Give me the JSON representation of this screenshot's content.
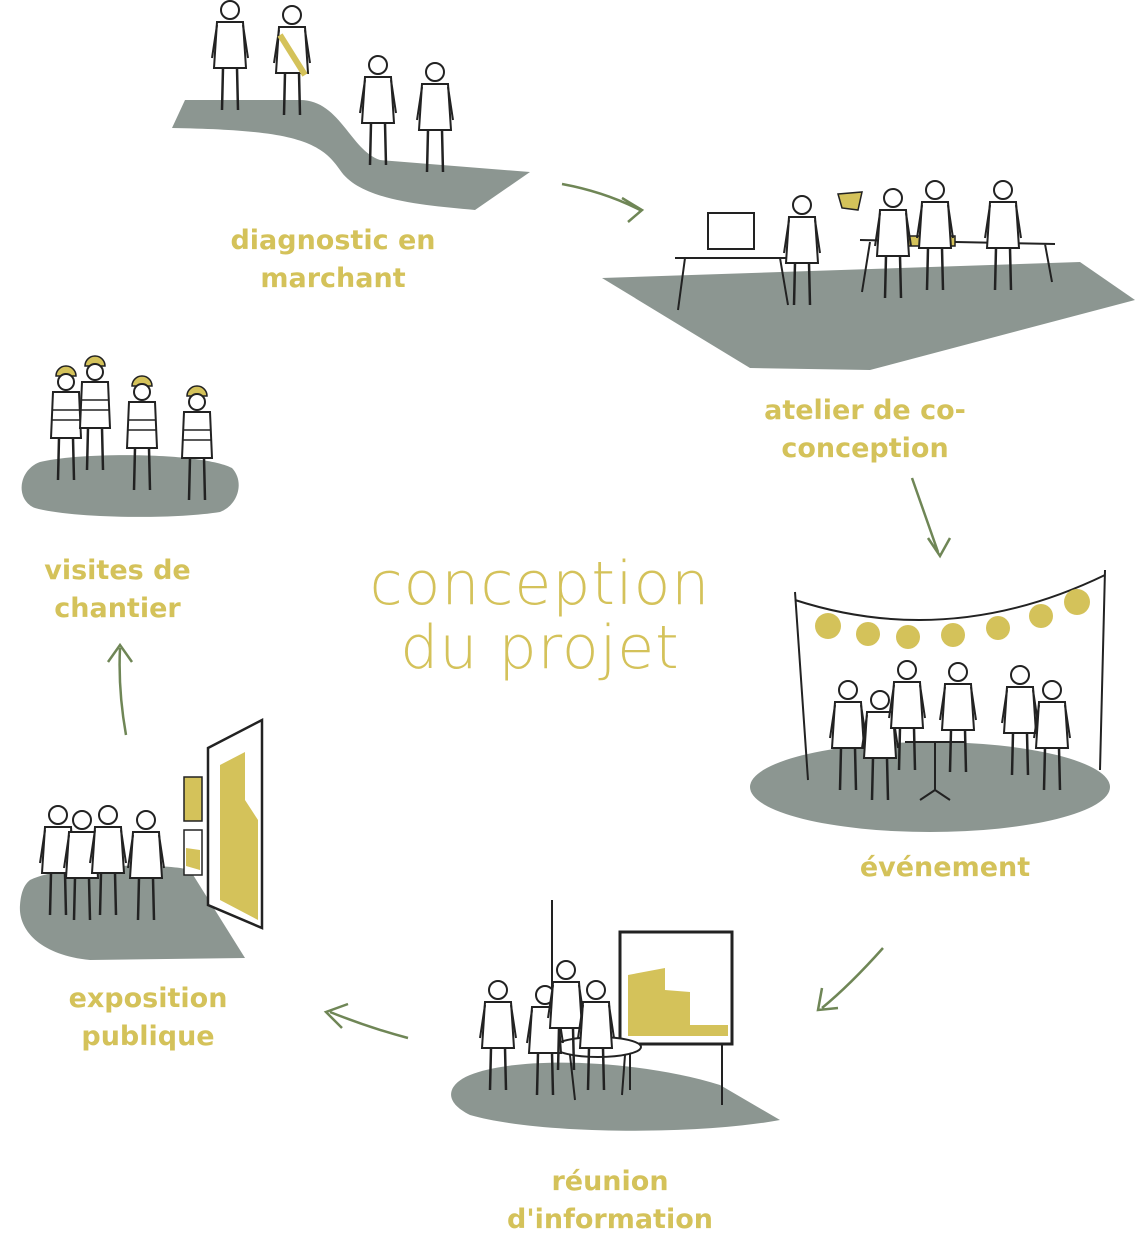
{
  "center": {
    "line1": "conception",
    "line2": "du projet"
  },
  "stages": {
    "diagnostic": {
      "line1": "diagnostic en",
      "line2": "marchant"
    },
    "atelier": {
      "line1": "atelier de co-",
      "line2": "conception"
    },
    "evenement": {
      "line1": "événement"
    },
    "reunion": {
      "line1": "réunion",
      "line2": "d'information"
    },
    "exposition": {
      "line1": "exposition",
      "line2": "publique"
    },
    "visites": {
      "line1": "visites de",
      "line2": "chantier"
    }
  },
  "colors": {
    "ground": "#8c9691",
    "accent": "#d4c25a",
    "arrow": "#6f8656",
    "ink": "#222222"
  }
}
